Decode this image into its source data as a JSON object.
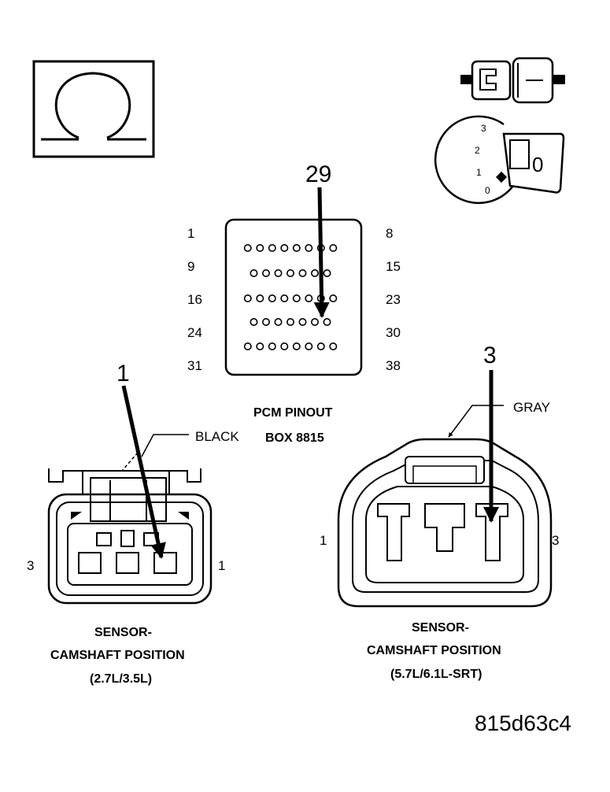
{
  "ohm_symbol": "Ω",
  "key_icon": {
    "label": "0",
    "positions": [
      "3",
      "2",
      "1",
      "0"
    ]
  },
  "pcm": {
    "callout_pin": "29",
    "row_labels_left": [
      "1",
      "9",
      "16",
      "24",
      "31"
    ],
    "row_labels_right": [
      "8",
      "15",
      "23",
      "30",
      "38"
    ],
    "caption_line1": "PCM PINOUT",
    "caption_line2": "BOX 8815"
  },
  "left_sensor": {
    "callout_pin": "1",
    "wire_color": "BLACK",
    "side_left": "3",
    "side_right": "1",
    "caption_line1": "SENSOR-",
    "caption_line2": "CAMSHAFT POSITION",
    "caption_line3": "(2.7L/3.5L)"
  },
  "right_sensor": {
    "callout_pin": "3",
    "wire_color": "GRAY",
    "side_left": "1",
    "side_right": "3",
    "caption_line1": "SENSOR-",
    "caption_line2": "CAMSHAFT POSITION",
    "caption_line3": "(5.7L/6.1L-SRT)"
  },
  "figure_id": "815d63c4"
}
